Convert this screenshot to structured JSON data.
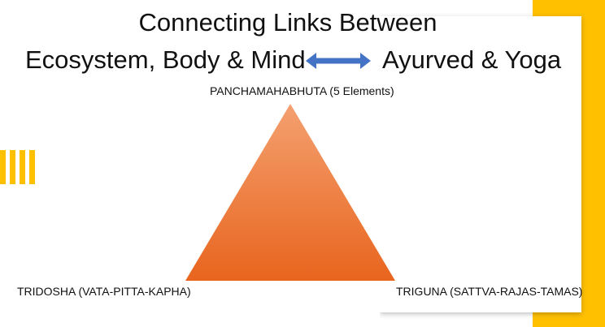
{
  "title_line1": "Connecting Links Between",
  "left_phrase": "Ecosystem, Body & Mind",
  "right_phrase": "Ayurved & Yoga",
  "triangle": {
    "top_label": "PANCHAMAHABHUTA (5 Elements)",
    "bottom_left_label": "TRIDOSHA (VATA-PITTA-KAPHA)",
    "bottom_right_label": "TRIGUNA (SATTVA-RAJAS-TAMAS)"
  },
  "colors": {
    "accent_yellow": "#FFC000",
    "triangle_top": "#F4A070",
    "triangle_bottom": "#E8651E",
    "arrow": "#4472C4"
  }
}
